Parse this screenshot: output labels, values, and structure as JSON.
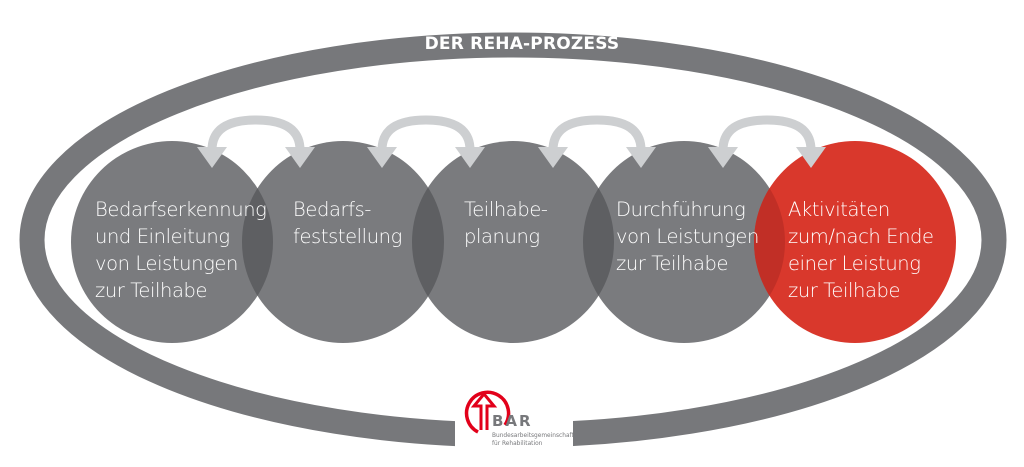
{
  "title": "DER REHA-PROZESS",
  "colors": {
    "ellipse": "#77787b",
    "circle_grey": "#7a7b7e",
    "circle_overlap": "#5e5f62",
    "circle_accent": "#d9382c",
    "arrow": "#cdcfd1",
    "logo_red": "#e2001a"
  },
  "steps": [
    {
      "label": "Bedarfserkennung\nund Einleitung\nvon Leistungen\nzur Teilhabe",
      "highlight": false
    },
    {
      "label": "Bedarfs-\nfeststellung",
      "highlight": false
    },
    {
      "label": "Teilhabe-\nplanung",
      "highlight": false
    },
    {
      "label": "Durchführung\nvon Leistungen\nzur Teilhabe",
      "highlight": false
    },
    {
      "label": "Aktivitäten\nzum/nach Ende\neiner Leistung\nzur Teilhabe",
      "highlight": true
    }
  ],
  "arrows": [
    {
      "from": 1,
      "to": 2,
      "type": "double-headed"
    },
    {
      "from": 2,
      "to": 3,
      "type": "double-headed"
    },
    {
      "from": 3,
      "to": 4,
      "type": "double-headed"
    },
    {
      "from": 4,
      "to": 5,
      "type": "double-headed"
    }
  ],
  "logo": {
    "abbr": "BAR",
    "name": "Bundesarbeitsgemeinschaft\nfür Rehabilitation",
    "icon": "arrow-up-in-circle-icon"
  }
}
